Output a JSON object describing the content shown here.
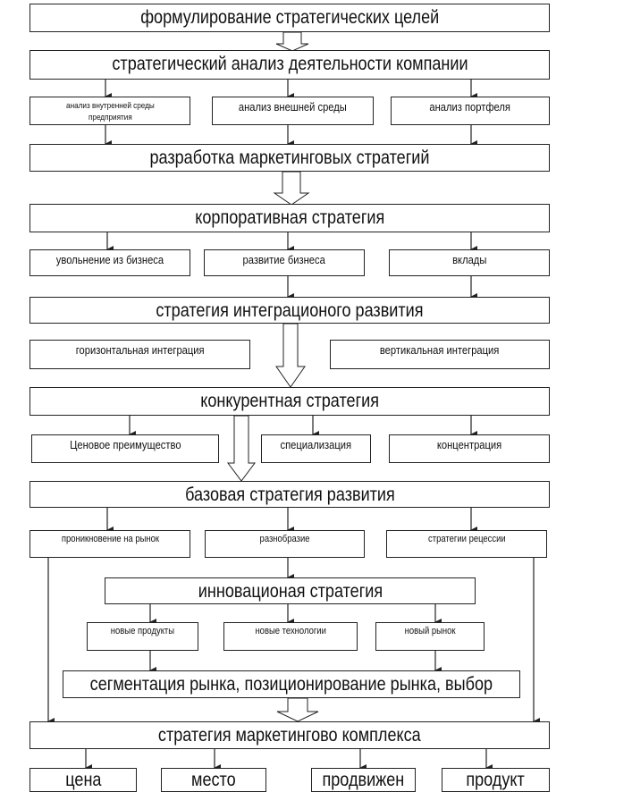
{
  "nodes": {
    "goals": "формулирование стратегических целей",
    "analysis": "стратегический анализ деятельности компании",
    "internal": "анализ внутренней среды предприятия",
    "internal_l1": "анализ внутренней среды",
    "internal_l2": "предприятия",
    "external": "анализ внешней среды",
    "portfolio": "анализ портфеля",
    "development": "разработка маркетинговых стратегий",
    "corporate": "корпоративная стратегия",
    "exit": "увольнение из бизнеса",
    "growth": "развитие бизнеса",
    "investments": "вклады",
    "integration": "стратегия интеграционого развития",
    "horizontal": "горизонтальная интеграция",
    "vertical": "вертикальная интеграция",
    "competitive": "конкурентная стратегия",
    "price_adv": "Ценовое преимущество",
    "specialization": "специализация",
    "concentration": "концентрация",
    "base": "базовая стратегия развития",
    "penetration": "проникновение на  рынок",
    "diversity": "разнобразие",
    "recession": "стратегии рецессии",
    "innovation": "инновационая стратегия",
    "new_products": "новые продукты",
    "new_tech": "новые технологии",
    "new_market": "новый рынок",
    "segmentation": "сегментация рынка, позиционирование рынка, выбор",
    "mix": "стратегия маркетингово комплекса",
    "price": "цена",
    "place": "место",
    "promotion": "продвижен",
    "product": "продукт"
  },
  "colors": {
    "line": "#222222",
    "background": "#ffffff"
  }
}
